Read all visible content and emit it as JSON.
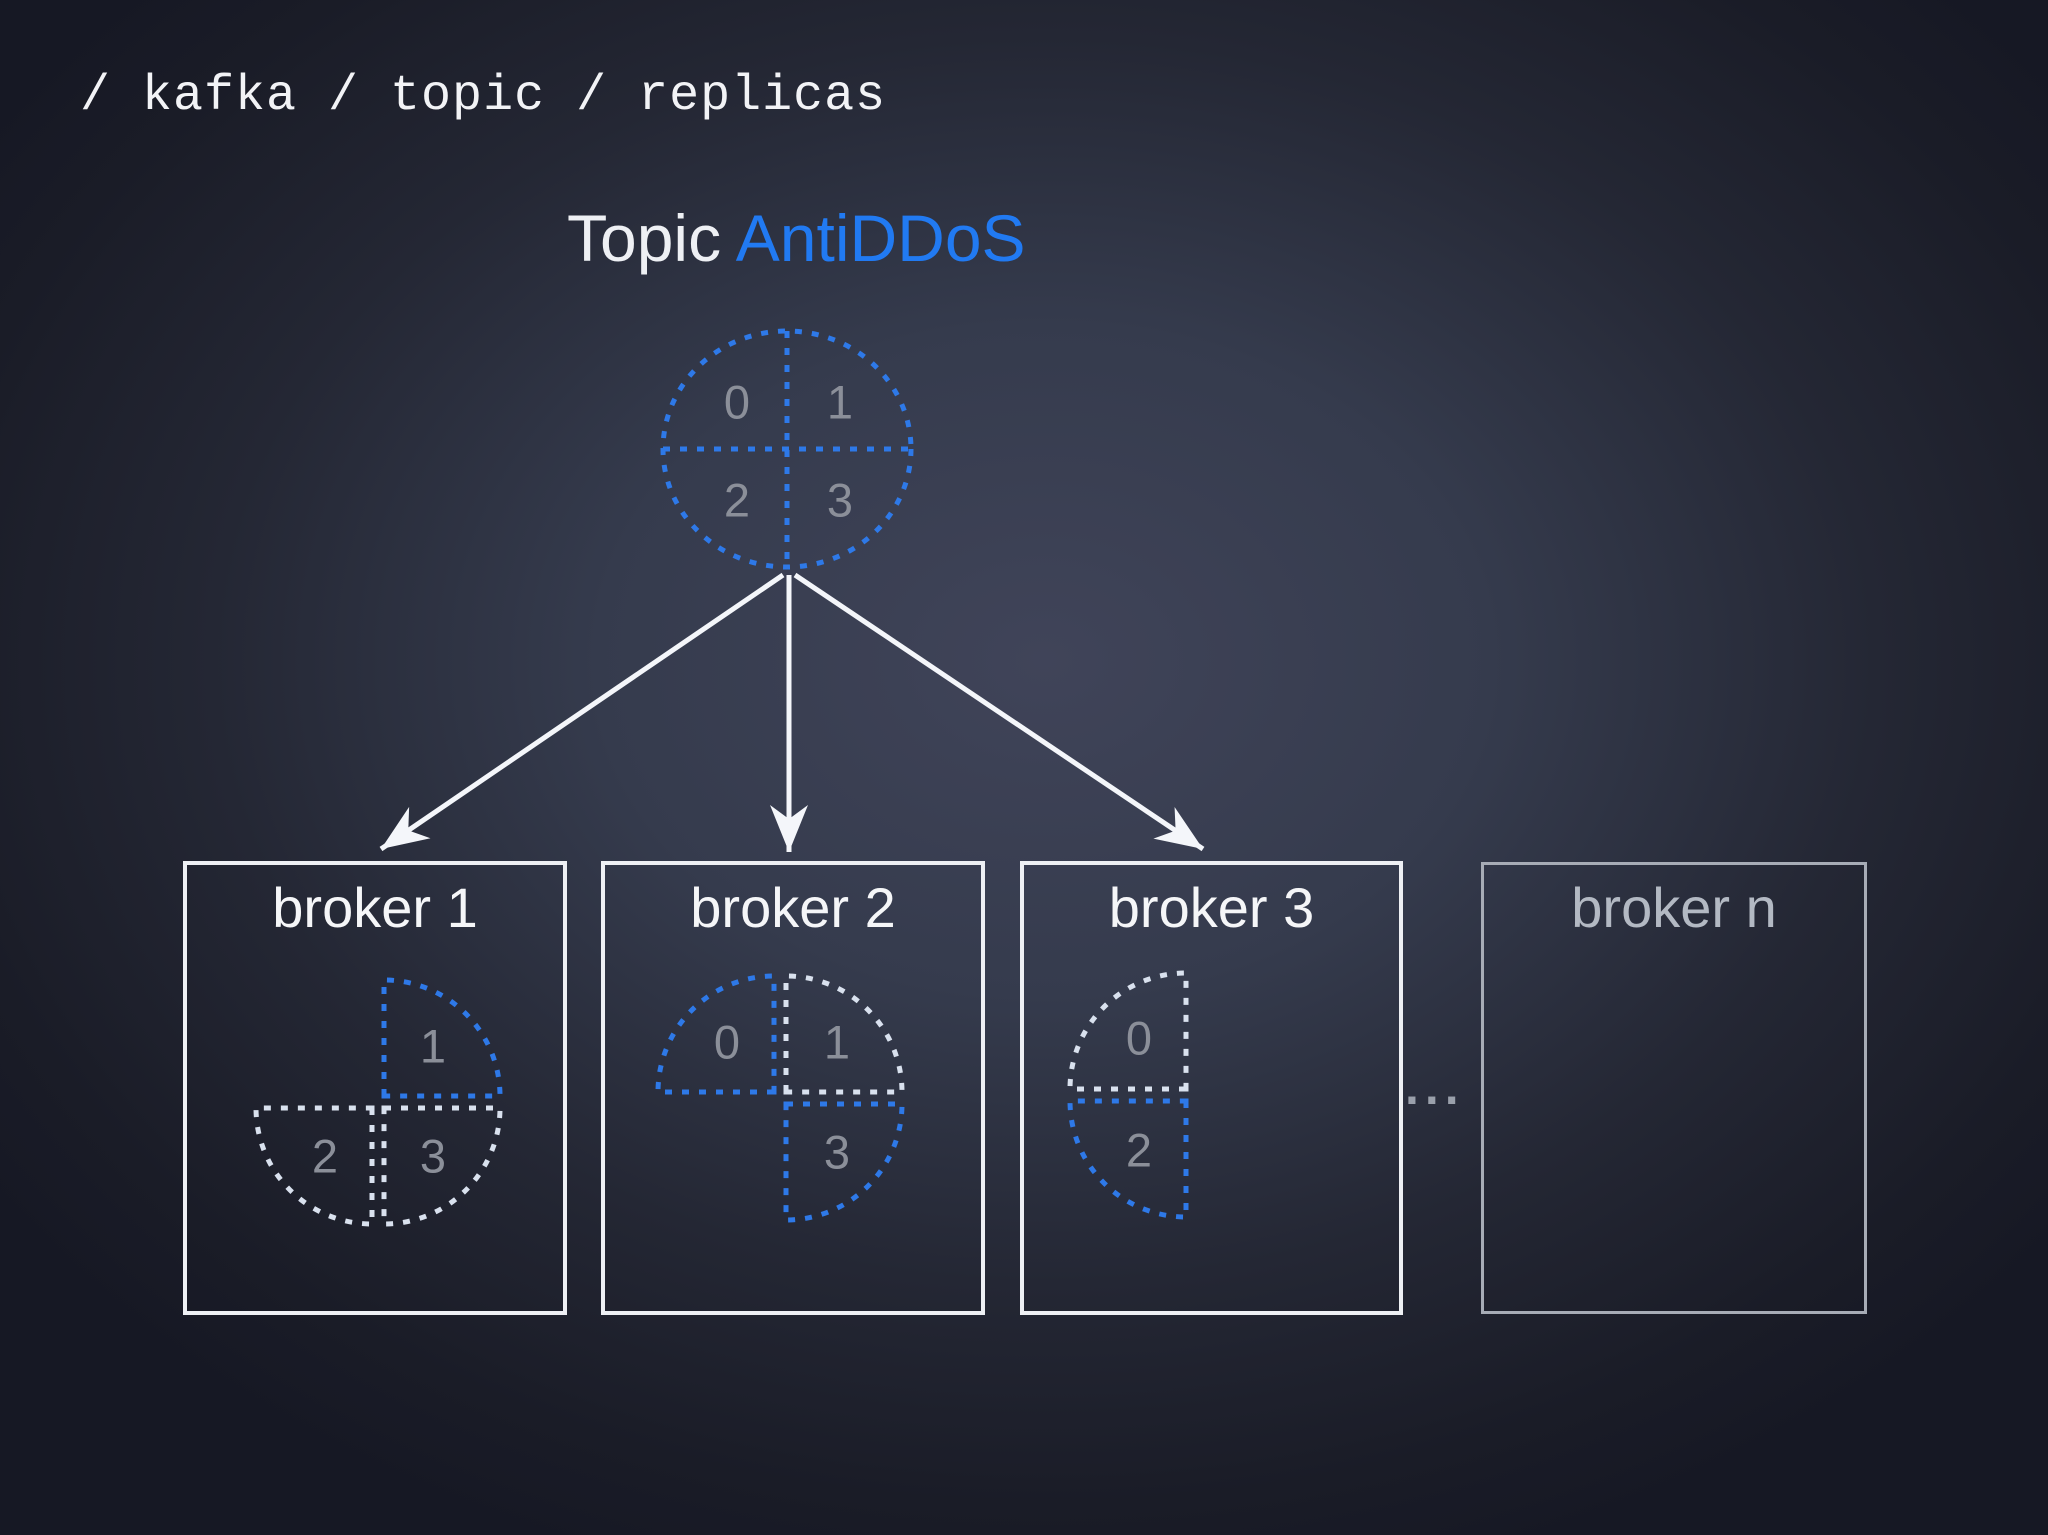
{
  "breadcrumb": {
    "text": "/ kafka / topic / replicas"
  },
  "heading": {
    "prefix": "Topic ",
    "topic": "AntiDDoS"
  },
  "topic_circle": {
    "title_hint": "topic partitions",
    "partition_0": "0",
    "partition_1": "1",
    "partition_2": "2",
    "partition_3": "3"
  },
  "brokers": {
    "broker1": {
      "label": "broker 1",
      "p1": "1",
      "p2": "2",
      "p3": "3",
      "partitions": [
        {
          "id": "1",
          "quadrant": "top-right",
          "role": "leader"
        },
        {
          "id": "2",
          "quadrant": "bottom-left",
          "role": "replica"
        },
        {
          "id": "3",
          "quadrant": "bottom-right",
          "role": "replica"
        }
      ]
    },
    "broker2": {
      "label": "broker 2",
      "p0": "0",
      "p1": "1",
      "p3": "3",
      "partitions": [
        {
          "id": "0",
          "quadrant": "top-left",
          "role": "leader"
        },
        {
          "id": "1",
          "quadrant": "top-right",
          "role": "replica"
        },
        {
          "id": "3",
          "quadrant": "bottom-right",
          "role": "leader"
        }
      ]
    },
    "broker3": {
      "label": "broker 3",
      "p0": "0",
      "p2": "2",
      "partitions": [
        {
          "id": "0",
          "quadrant": "top-left",
          "role": "replica"
        },
        {
          "id": "2",
          "quadrant": "bottom-left",
          "role": "leader"
        }
      ]
    },
    "brokern": {
      "label": "broker n",
      "partitions": []
    }
  },
  "ellipsis": "...",
  "colors": {
    "leader_blue": "#2e79e8",
    "replica_light": "#d9e1ee",
    "heading_blue": "#217af2",
    "number_gray": "#8b8f99",
    "arrow_white": "#f4f6fa",
    "background_center": "#404459",
    "background_edge": "#161824"
  }
}
